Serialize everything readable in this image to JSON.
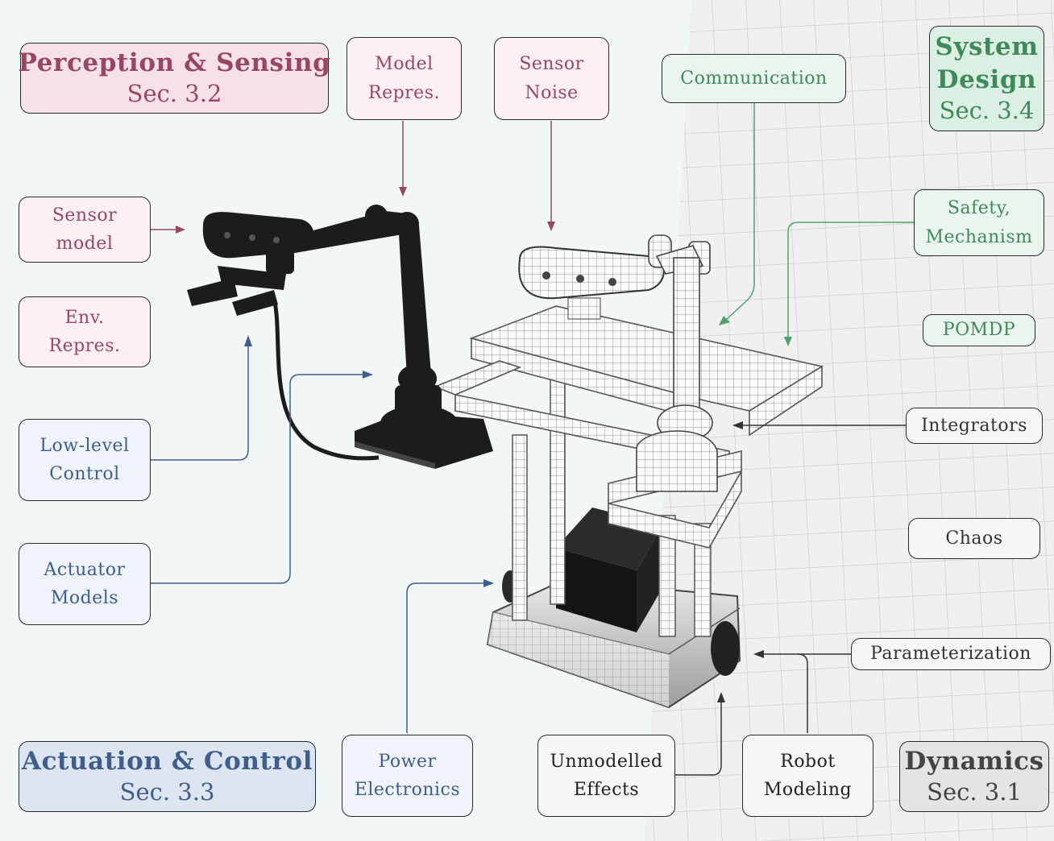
{
  "perception": {
    "header": {
      "title": "Perception & Sensing",
      "sec": "Sec. 3.2"
    },
    "model_repres": [
      "Model",
      "Repres."
    ],
    "sensor_noise": [
      "Sensor",
      "Noise"
    ],
    "sensor_model": [
      "Sensor",
      "model"
    ],
    "env_repres": [
      "Env.",
      "Repres."
    ]
  },
  "actuation": {
    "header": {
      "title": "Actuation & Control",
      "sec": "Sec. 3.3"
    },
    "low_level_control": [
      "Low-level",
      "Control"
    ],
    "actuator_models": [
      "Actuator",
      "Models"
    ],
    "power_electronics": [
      "Power",
      "Electronics"
    ]
  },
  "system_design": {
    "header": {
      "title_line1": "System",
      "title_line2": "Design",
      "sec": "Sec. 3.4"
    },
    "communication": "Communication",
    "safety": [
      "Safety,",
      "Mechanism"
    ],
    "pomdp": "POMDP"
  },
  "dynamics": {
    "header": {
      "title": "Dynamics",
      "sec": "Sec. 3.1"
    },
    "integrators": "Integrators",
    "chaos": "Chaos",
    "parameterization": "Parameterization",
    "unmodelled_effects": [
      "Unmodelled",
      "Effects"
    ],
    "robot_modeling": [
      "Robot",
      "Modeling"
    ]
  },
  "colors": {
    "perception": "#9b4565",
    "actuation": "#3f5d8d",
    "system_design": "#3f8a5c",
    "dynamics": "#333333"
  }
}
